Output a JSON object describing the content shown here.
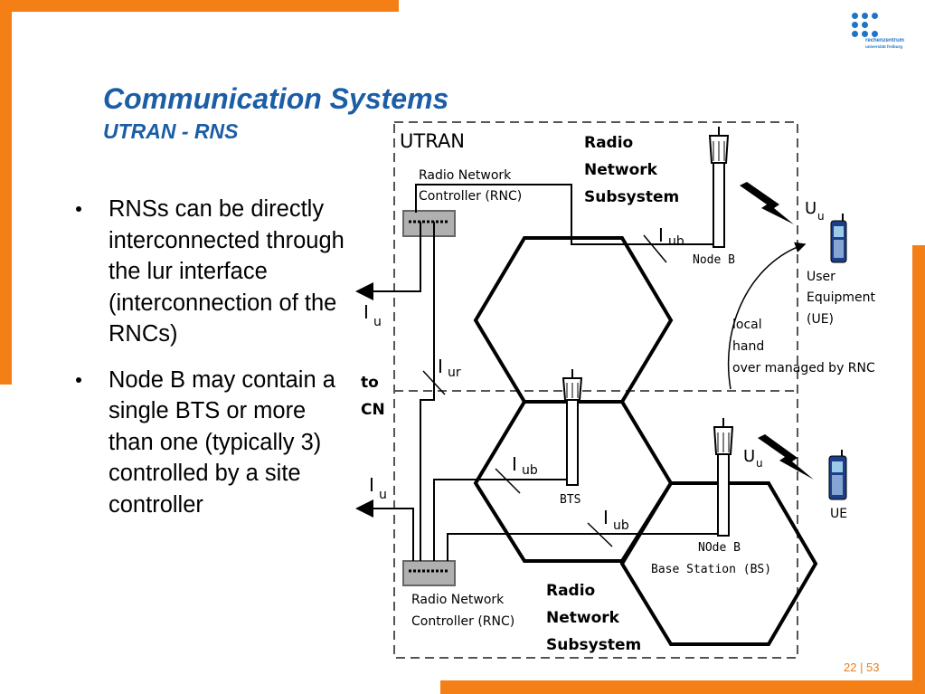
{
  "slide": {
    "title": "Communication Systems",
    "subtitle": "UTRAN - RNS",
    "page_number": "22 | 53"
  },
  "logo": {
    "line1": "rechenzentrum",
    "line2": "universität freiburg"
  },
  "bullets": [
    "RNSs can be directly interconnected through the lur interface (interconnection of the RNCs)",
    "Node B may contain a single BTS or more than one (typically 3) controlled by a site controller"
  ],
  "diagram": {
    "utran": "UTRAN",
    "rnc_top": [
      "Radio Network",
      "Controller (RNC)"
    ],
    "rns_top": [
      "Radio",
      "Network",
      "Subsystem"
    ],
    "iub": "I",
    "iub_sub": "ub",
    "iu": "I",
    "iu_sub": "u",
    "iur": "I",
    "iur_sub": "ur",
    "uu": "U",
    "uu_sub": "u",
    "node_b_top": "Node B",
    "ue_top": [
      "User",
      "Equipment",
      "(UE)"
    ],
    "handover": [
      "local",
      "hand",
      "over managed by RNC"
    ],
    "to_cn": [
      "to",
      "CN"
    ],
    "bts": "BTS",
    "node_b_bottom": "NOde B",
    "base_station": "Base Station (BS)",
    "ue_bottom": "UE",
    "rnc_bottom": [
      "Radio Network",
      "Controller (RNC)"
    ],
    "rns_bottom": [
      "Radio",
      "Network",
      "Subsystem"
    ]
  }
}
